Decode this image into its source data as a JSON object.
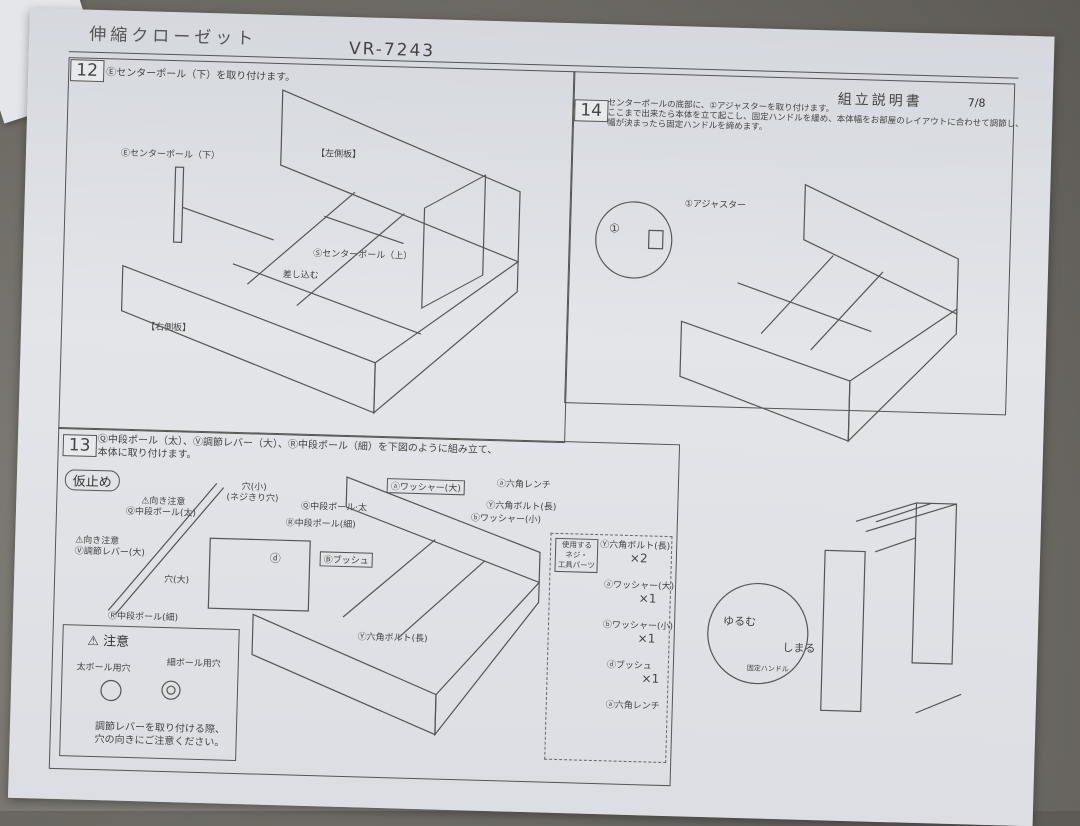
{
  "header": {
    "product": "伸縮クローゼット",
    "model": "VR-7243",
    "doc_title": "組立説明書",
    "page": "7/8"
  },
  "step12": {
    "number": "12",
    "instruction": "Ⓔセンターポール（下）を取り付けます。",
    "labels": {
      "center_pole_lower": "Ⓔセンターポール（下）",
      "left_panel": "【左側板】",
      "center_pole_upper": "Ⓢセンターポール（上）",
      "insert": "差し込む",
      "right_panel": "【右側板】"
    }
  },
  "step14": {
    "number": "14",
    "instruction_lines": [
      "センターポールの底部に、①アジャスターを取り付けます。",
      "ここまで出来たら本体を立て起こし、固定ハンドルを緩め、本体幅をお部屋のレイアウトに合わせて調節し、",
      "幅が決まったら固定ハンドルを締めます。"
    ],
    "labels": {
      "adjuster": "①アジャスター",
      "adjuster_mark": "①",
      "loosen": "ゆるむ",
      "tighten": "しまる",
      "fixing_handle": "固定ハンドル"
    }
  },
  "step13": {
    "number": "13",
    "instruction_lines": [
      "Ⓠ中段ポール（太）、Ⓥ調節レバー（大）、Ⓡ中段ポール（細）を下図のように組み立て、",
      "本体に取り付けます。"
    ],
    "temp_fix": "仮止め",
    "labels": {
      "hole_small": "穴(小)",
      "hole_small_sub": "(ネジきり穴)",
      "caution_q": "⚠向き注意",
      "pole_thick": "Ⓠ中段ポール(太)",
      "caution_v": "⚠向き注意",
      "lever": "Ⓥ調節レバー(大)",
      "hole_large": "穴(大)",
      "pole_thin": "Ⓡ中段ポール(細)",
      "pole_thick2": "Ⓠ中段ポール·太",
      "pole_thin2": "Ⓡ中段ポール(細)",
      "bush": "Ⓑブッシュ",
      "washer_large": "ⓐワッシャー(大)",
      "hex_wrench": "ⓐ六角レンチ",
      "hex_bolt": "Ⓨ六角ボルト(長)",
      "washer_small": "ⓑワッシャー(小)",
      "hex_bolt2": "Ⓨ六角ボルト(長)",
      "d_mark": "ⓓ"
    }
  },
  "parts": {
    "title_lines": [
      "使用する",
      "ネジ・",
      "工具パーツ"
    ],
    "items": [
      {
        "name": "Ⓨ六角ボルト(長)",
        "qty": "×2"
      },
      {
        "name": "ⓐワッシャー(大)",
        "qty": "×1"
      },
      {
        "name": "ⓑワッシャー(小)",
        "qty": "×1"
      },
      {
        "name": "ⓓブッシュ",
        "qty": "×1"
      },
      {
        "name": "ⓐ六角レンチ",
        "qty": ""
      }
    ]
  },
  "caution": {
    "title": "注意",
    "thick_hole": "太ボール用穴",
    "thin_hole": "細ボール用穴",
    "note_lines": [
      "調節レバーを取り付ける際、",
      "穴の向きにご注意ください。"
    ]
  }
}
